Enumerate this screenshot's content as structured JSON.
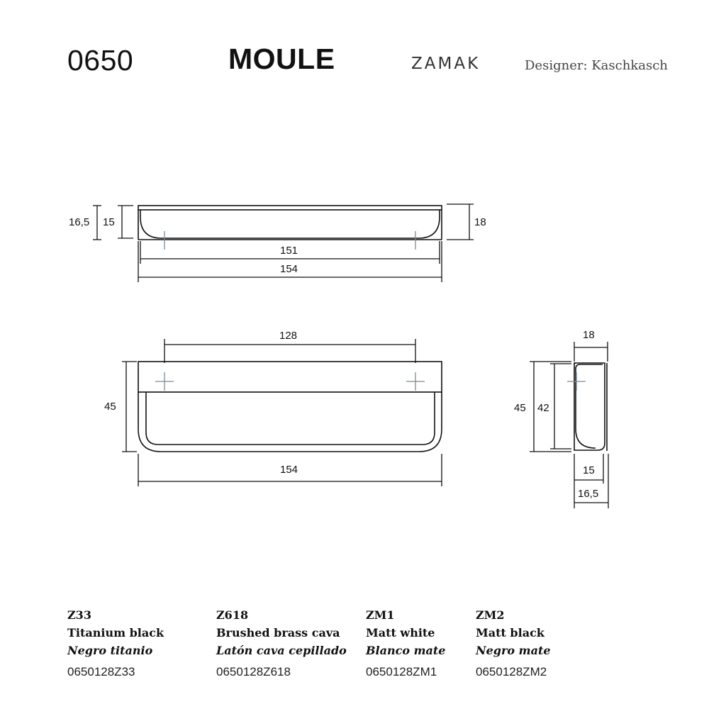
{
  "header": {
    "code": "0650",
    "name": "MOULE",
    "material": "ZAMAK",
    "designer": "Designer: Kaschkasch"
  },
  "dimensions": {
    "top_view": {
      "left_outer": "16,5",
      "left_inner": "15",
      "right_height": "18",
      "inner_width": "151",
      "outer_width": "154"
    },
    "front_view": {
      "hole_spacing": "128",
      "height": "45",
      "width": "154"
    },
    "side_view": {
      "depth": "18",
      "outer_height": "45",
      "inner_height": "42",
      "bottom_inner": "15",
      "bottom_outer": "16,5"
    }
  },
  "finishes": [
    {
      "code": "Z33",
      "name_en": "Titanium black",
      "name_es": "Negro titanio",
      "ref": "0650128Z33"
    },
    {
      "code": "Z618",
      "name_en": "Brushed brass cava",
      "name_es": "Latón cava cepillado",
      "ref": "0650128Z618"
    },
    {
      "code": "ZM1",
      "name_en": "Matt white",
      "name_es": "Blanco mate",
      "ref": "0650128ZM1"
    },
    {
      "code": "ZM2",
      "name_en": "Matt black",
      "name_es": "Negro mate",
      "ref": "0650128ZM2"
    }
  ],
  "colors": {
    "line": "#111111",
    "crosshair": "#7a8a96"
  }
}
